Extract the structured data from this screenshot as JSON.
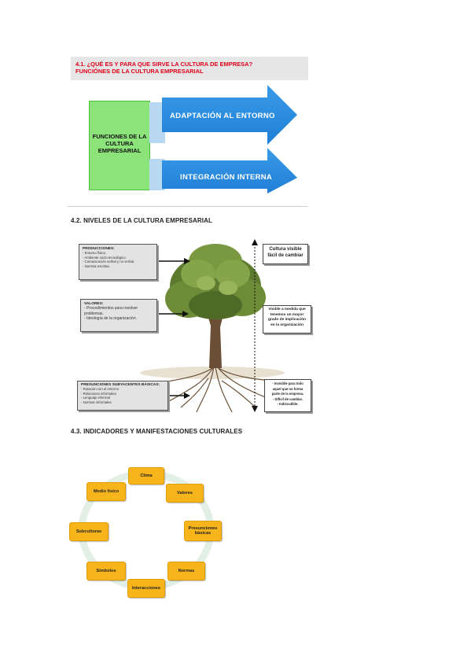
{
  "section41": {
    "heading_line1": "4.1. ¿QUÉ ES Y PARA QUE SIRVE LA CULTURA DE EMPRESA?",
    "heading_line2": "FUNCIÓNES DE LA CULTURA EMPRESARIAL",
    "green_box_line1": "FUNCIONES DE LA",
    "green_box_line2": "CULTURA",
    "green_box_line3": "EMPRESARIAL",
    "arrow1": "ADAPTACIÓN AL ENTORNO",
    "arrow2": "INTEGRACIÓN INTERNA",
    "colors": {
      "heading_text": "#e0001a",
      "green_box": "#8be37a",
      "arrow": "#2f8fe0"
    }
  },
  "section42": {
    "heading": "4.2. NIVELES DE LA CULTURA EMPRESARIAL",
    "producciones": {
      "title": "PRODUCCIONES:",
      "items": [
        "- Entorno físico.",
        "- Ambiente socio tecnológico.",
        "- Comunicación verbal y no verbal.",
        "- Normas escritas."
      ]
    },
    "valores": {
      "title": "VALORES:",
      "items": [
        "- Procedimientos para resolver",
        "problemas.",
        "- Ideología de la organización."
      ]
    },
    "presunciones": {
      "title": "PRESUNCIONES SUBYACENTES BÁSICAS:",
      "items": [
        "- Rotación con el entorno",
        "- Relaciones informales",
        "- Lenguaje informal",
        "- Normas informales"
      ]
    },
    "right_top": [
      "Cultura visible",
      "fácil de cambiar"
    ],
    "right_mid": [
      "Visible a medida que",
      "tenemos un mayor",
      "grado de implicación",
      "en la organización"
    ],
    "right_bottom": [
      "- Invisible para todo",
      "aquel que no forma",
      "parte de la empresa.",
      "- Difícil de cambiar.",
      "- Indiscutible."
    ]
  },
  "section43": {
    "heading": "4.3. INDICADORES Y MANIFESTACIONES CULTURALES",
    "nodes": {
      "clima": "Clima",
      "valores": "Valores",
      "presunciones_l1": "Presunciones",
      "presunciones_l2": "básicas",
      "normas": "Normas",
      "interacciones": "Interacciones",
      "simbolos": "Símbolos",
      "subculturas": "Subculturas",
      "medio": "Medio físico"
    },
    "colors": {
      "node": "#f7b51b",
      "ring": "#e2efe4"
    }
  }
}
